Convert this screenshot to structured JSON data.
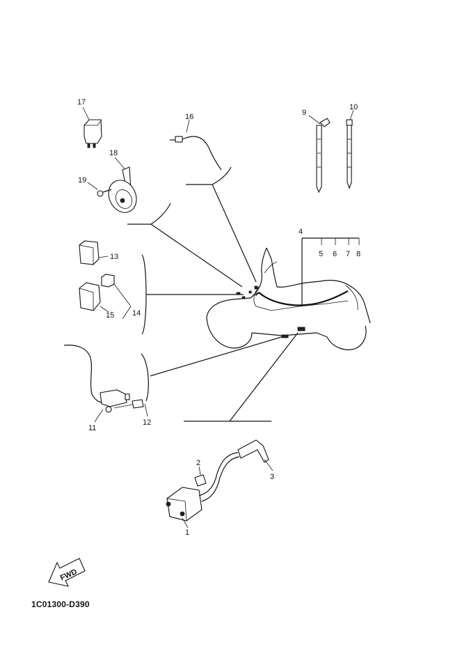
{
  "labels": {
    "p1": "1",
    "p2": "2",
    "p3": "3",
    "p4": "4",
    "p5": "5",
    "p6": "6",
    "p7": "7",
    "p8": "8",
    "p9": "9",
    "p10": "10",
    "p11": "11",
    "p12": "12",
    "p13": "13",
    "p14": "14",
    "p15": "15",
    "p16": "16",
    "p17": "17",
    "p18": "18",
    "p19": "19"
  },
  "fwd": "FWD",
  "diagram_code": "1C01300-D390"
}
